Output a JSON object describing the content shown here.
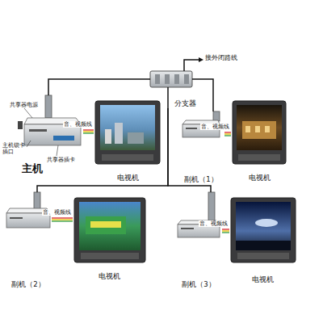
{
  "diagram": {
    "nodes": [
      {
        "text": [
          "分支器"
        ]
      },
      {
        "text": [
          "主机"
        ]
      },
      {
        "text": [
          "电视机"
        ]
      },
      {
        "text": [
          "副机（1）"
        ]
      },
      {
        "text": [
          "电视机"
        ]
      },
      {
        "text": [
          "副机（2）"
        ]
      },
      {
        "text": [
          "电视机"
        ]
      },
      {
        "text": [
          "副机（3）"
        ]
      },
      {
        "text": [
          "电视机"
        ]
      }
    ],
    "edges": [
      {
        "from": 0,
        "to": 1,
        "arrow": "none"
      },
      {
        "from": 0,
        "to": 3,
        "arrow": "none"
      },
      {
        "from": 0,
        "to": 5,
        "arrow": "none"
      },
      {
        "from": 0,
        "to": 7,
        "arrow": "none"
      },
      {
        "from": 1,
        "to": 2,
        "label": "音、视频线",
        "arrow": "none"
      },
      {
        "from": 3,
        "to": 4,
        "label": "音、视频线",
        "arrow": "none"
      },
      {
        "from": 5,
        "to": 6,
        "label": "音、视频线",
        "arrow": "none"
      },
      {
        "from": 7,
        "to": 8,
        "label": "音、视频线",
        "arrow": "none"
      }
    ],
    "labels": [
      "接外闭路线",
      "共享器电源",
      "主机锁卡插口",
      "共享器插卡"
    ]
  }
}
